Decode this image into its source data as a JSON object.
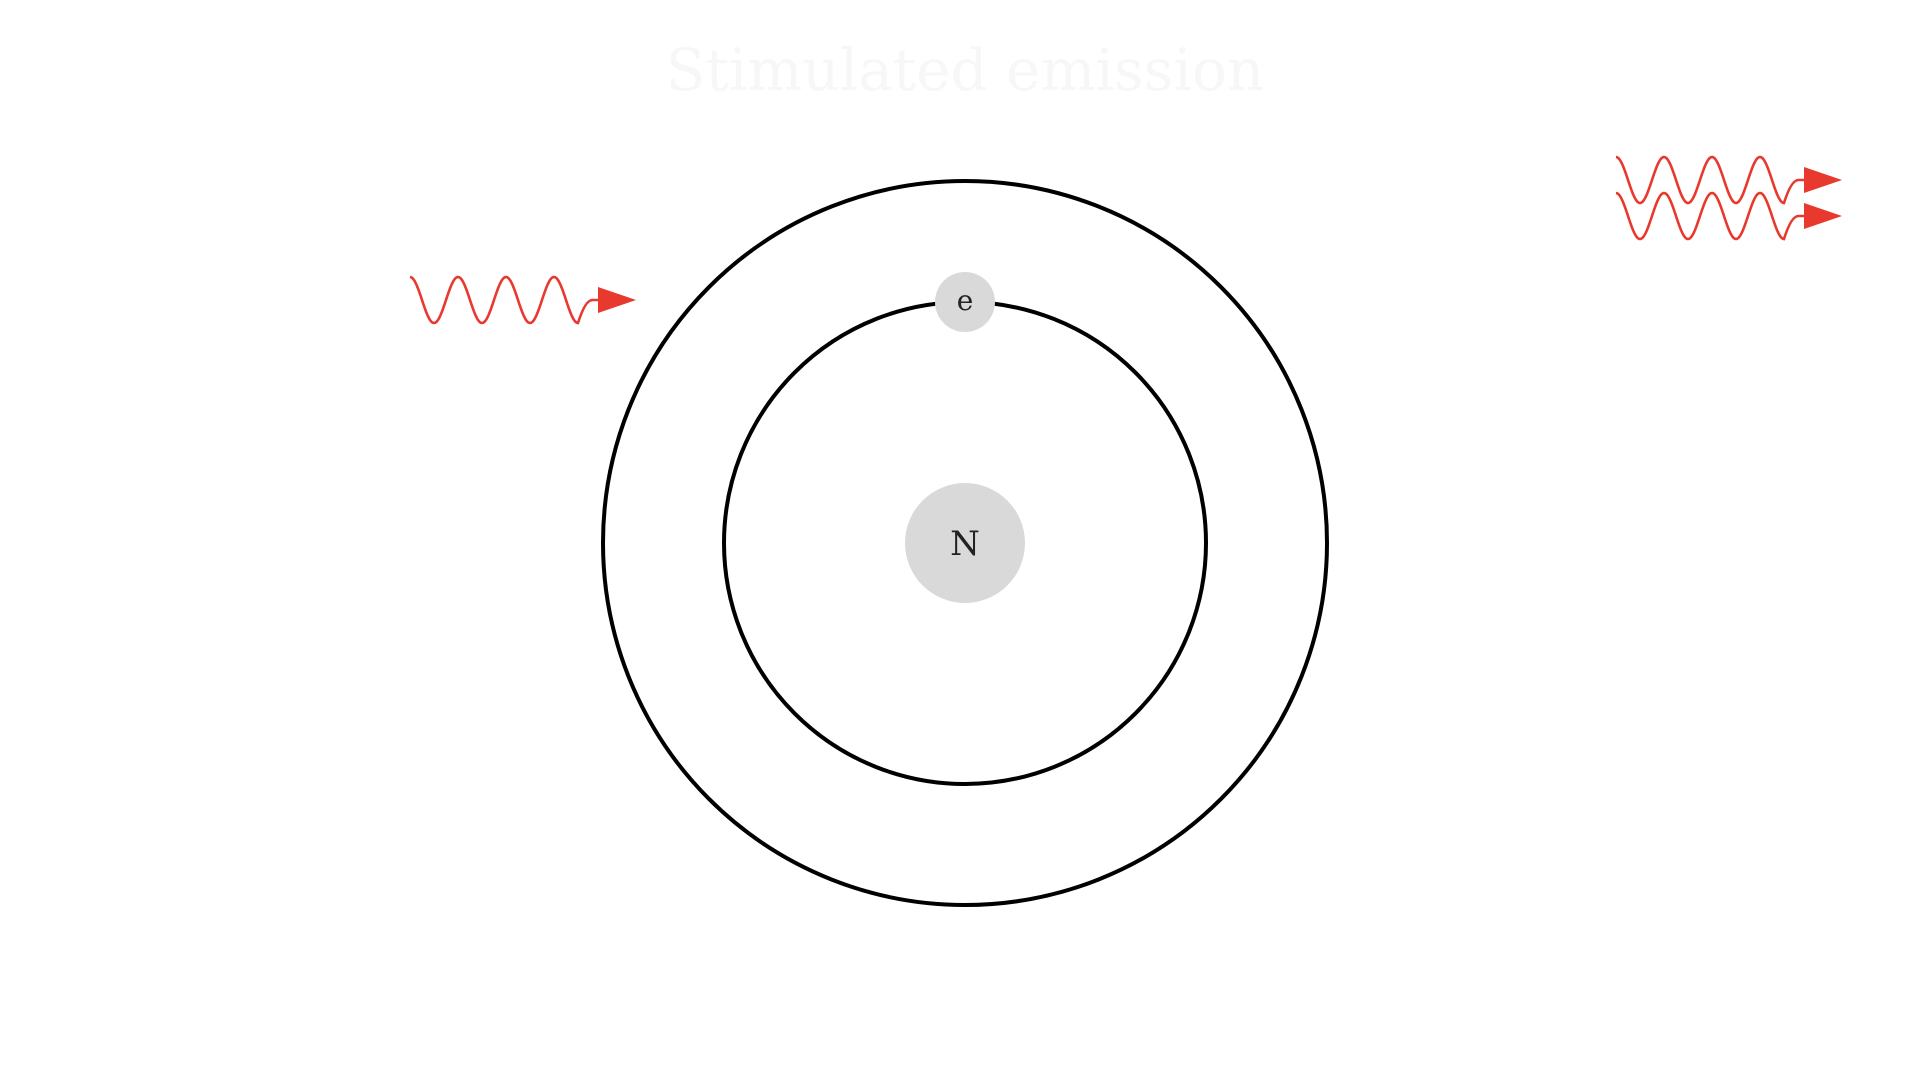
{
  "diagram": {
    "title": "Stimulated emission",
    "nucleus": {
      "label": "N",
      "color": "#d9d9d9"
    },
    "electron": {
      "label": "e",
      "color": "#d9d9d9"
    },
    "orbits": {
      "count": 2,
      "color": "#000000"
    },
    "photons": {
      "color": "#e8392e",
      "incoming": {
        "count": 1,
        "direction": "right"
      },
      "outgoing": {
        "count": 2,
        "direction": "right"
      }
    }
  }
}
